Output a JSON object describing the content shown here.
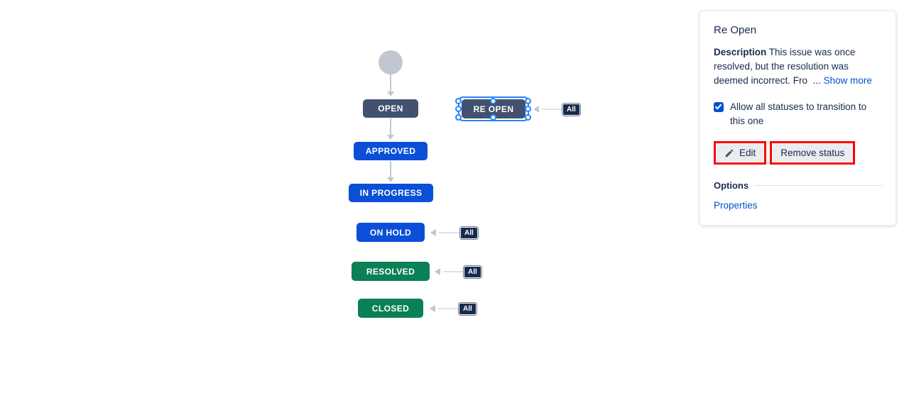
{
  "diagram": {
    "start_node": {
      "name": "start-circle"
    },
    "nodes": [
      {
        "id": "open",
        "label": "OPEN",
        "color": "#42526E"
      },
      {
        "id": "approved",
        "label": "APPROVED",
        "color": "#0B4FD8"
      },
      {
        "id": "in-progress",
        "label": "IN PROGRESS",
        "color": "#0B4FD8"
      },
      {
        "id": "on-hold",
        "label": "ON HOLD",
        "color": "#0B4FD8"
      },
      {
        "id": "resolved",
        "label": "RESOLVED",
        "color": "#0A8055"
      },
      {
        "id": "closed",
        "label": "CLOSED",
        "color": "#0A8055"
      },
      {
        "id": "re-open",
        "label": "RE OPEN",
        "color": "#42526E",
        "selected": true
      }
    ],
    "transition_badges": [
      {
        "target": "re-open",
        "label": "All"
      },
      {
        "target": "on-hold",
        "label": "All"
      },
      {
        "target": "resolved",
        "label": "All"
      },
      {
        "target": "closed",
        "label": "All"
      }
    ]
  },
  "panel": {
    "title": "Re Open",
    "description_label": "Description",
    "description_text": "This issue was once resolved, but the resolution was deemed incorrect. Fro",
    "description_ellipsis": "...",
    "show_more_label": "Show more",
    "checkbox_label": "Allow all statuses to transition to this one",
    "checkbox_checked": true,
    "edit_label": "Edit",
    "remove_label": "Remove status",
    "options_heading": "Options",
    "properties_label": "Properties",
    "highlight_color": "#FF0000",
    "link_color": "#0052CC"
  }
}
